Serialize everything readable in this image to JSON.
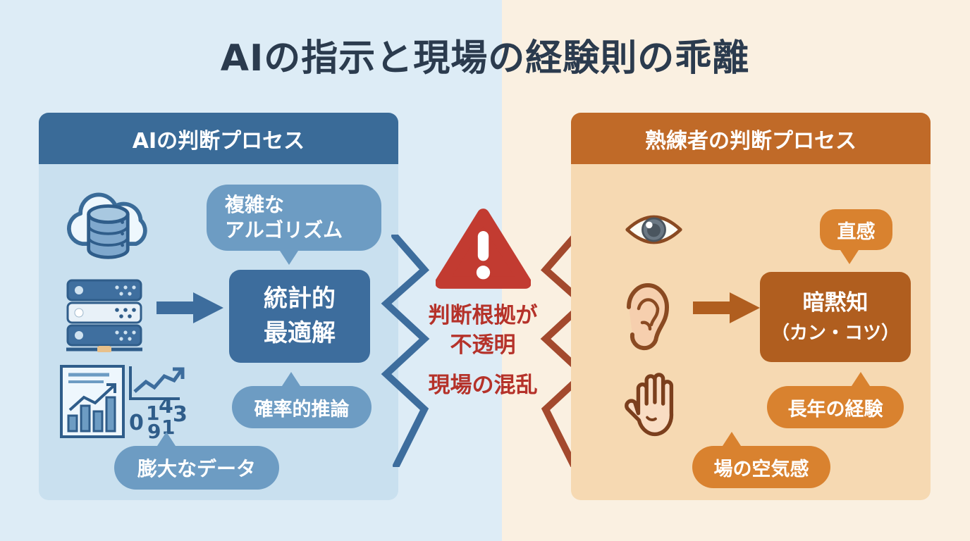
{
  "title": "AIの指示と現場の経験則の乖離",
  "left_panel": {
    "header": "AIの判断プロセス",
    "algorithm_bubble": [
      "複雑な",
      "アルゴリズム"
    ],
    "statistical_box": [
      "統計的",
      "最適解"
    ],
    "inference_bubble": "確率的推論",
    "data_bubble": "膨大なデータ",
    "chart_numbers": [
      "0",
      "1",
      "4",
      "3",
      "9",
      "1"
    ],
    "icons": [
      "cloud-database-icon",
      "server-icon",
      "charts-icon",
      "arrow-right-icon"
    ]
  },
  "center": {
    "warning_lines": [
      "判断根拠が",
      "不透明"
    ],
    "confusion_text": "現場の混乱",
    "icons": [
      "warning-triangle-icon",
      "zigzag-left",
      "zigzag-right"
    ]
  },
  "right_panel": {
    "header": "熟練者の判断プロセス",
    "intuition_bubble": "直感",
    "tacit_box": [
      "暗黙知",
      "（カン・コツ）"
    ],
    "experience_bubble": "長年の経験",
    "atmosphere_bubble": "場の空気感",
    "icons": [
      "eye-icon",
      "ear-icon",
      "hand-icon",
      "arrow-right-icon"
    ]
  },
  "colors": {
    "bg_left": "#ddecf6",
    "bg_right": "#faf0e1",
    "panel_left_bg": "#c9e0ef",
    "panel_left_header": "#3a6b98",
    "panel_right_bg": "#f6d9b2",
    "panel_right_header": "#c06a28",
    "bubble_blue": "#6d9cc3",
    "box_blue": "#3d6d9d",
    "bubble_orange": "#d9822f",
    "box_orange": "#b05e1f",
    "warning_red": "#c23b31",
    "text_red": "#b5322a",
    "zigzag_blue": "#3d6d9d",
    "zigzag_rust": "#a3492d",
    "title_color": "#2b3b4e"
  }
}
